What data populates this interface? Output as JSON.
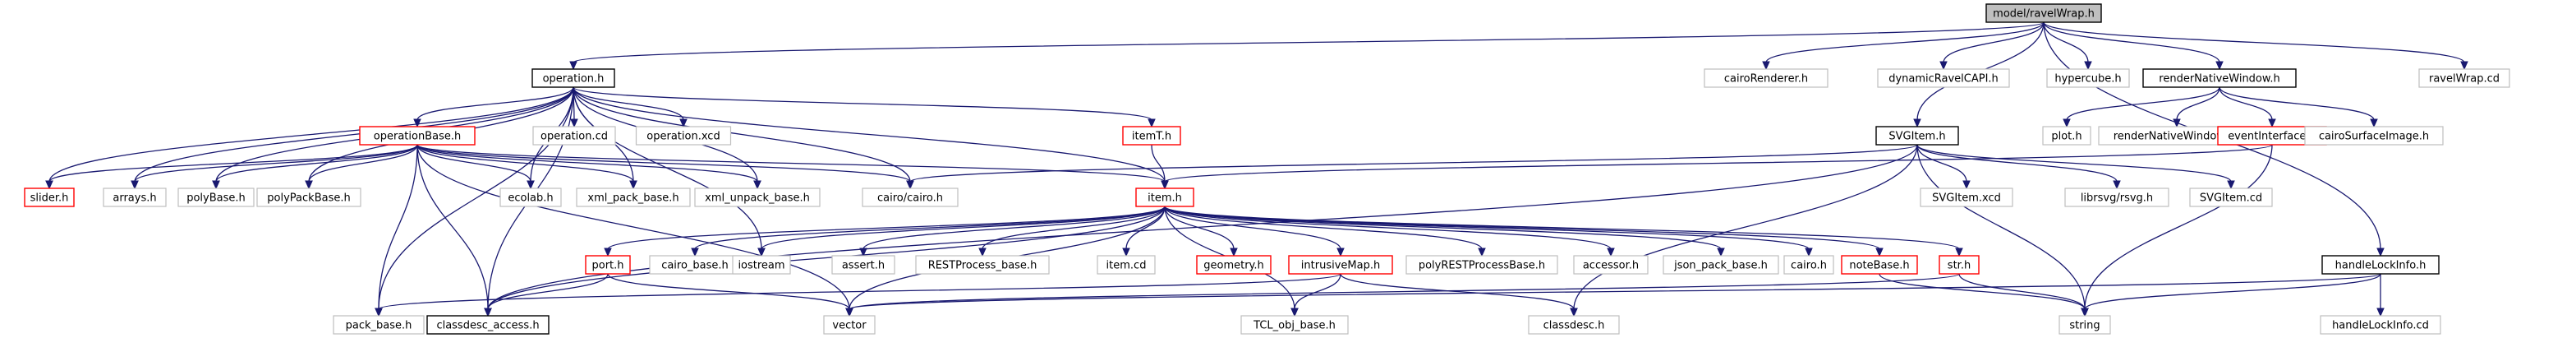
{
  "diagram": {
    "type": "include-dependency-graph",
    "colors": {
      "edge": "#191970",
      "root_fill": "#bfbfbf",
      "documented_border": "#000000",
      "incomplete_border": "#ff0000",
      "external_border": "#bfbfbf"
    },
    "nodes": [
      {
        "id": "ravelWrap_h",
        "label": "model/ravelWrap.h",
        "kind": "root"
      },
      {
        "id": "operation_h",
        "label": "operation.h",
        "kind": "black"
      },
      {
        "id": "cairoRenderer_h",
        "label": "cairoRenderer.h",
        "kind": "gray"
      },
      {
        "id": "dynamicRavelCAPI_h",
        "label": "dynamicRavelCAPI.h",
        "kind": "gray"
      },
      {
        "id": "hypercube_h",
        "label": "hypercube.h",
        "kind": "gray"
      },
      {
        "id": "renderNativeWindow_h",
        "label": "renderNativeWindow.h",
        "kind": "black"
      },
      {
        "id": "ravelWrap_cd",
        "label": "ravelWrap.cd",
        "kind": "gray"
      },
      {
        "id": "operationBase_h",
        "label": "operationBase.h",
        "kind": "red"
      },
      {
        "id": "operation_cd",
        "label": "operation.cd",
        "kind": "gray"
      },
      {
        "id": "operation_xcd",
        "label": "operation.xcd",
        "kind": "gray"
      },
      {
        "id": "itemT_h",
        "label": "itemT.h",
        "kind": "red"
      },
      {
        "id": "SVGItem_h",
        "label": "SVGItem.h",
        "kind": "black"
      },
      {
        "id": "plot_h",
        "label": "plot.h",
        "kind": "gray"
      },
      {
        "id": "renderNativeWindow_cd",
        "label": "renderNativeWindow.cd",
        "kind": "gray"
      },
      {
        "id": "eventInterface_h",
        "label": "eventInterface.h",
        "kind": "red"
      },
      {
        "id": "cairoSurfaceImage_h",
        "label": "cairoSurfaceImage.h",
        "kind": "gray"
      },
      {
        "id": "slider_h",
        "label": "slider.h",
        "kind": "red"
      },
      {
        "id": "arrays_h",
        "label": "arrays.h",
        "kind": "gray"
      },
      {
        "id": "polyBase_h",
        "label": "polyBase.h",
        "kind": "gray"
      },
      {
        "id": "polyPackBase_h",
        "label": "polyPackBase.h",
        "kind": "gray"
      },
      {
        "id": "ecolab_h",
        "label": "ecolab.h",
        "kind": "gray"
      },
      {
        "id": "xml_pack_base_h",
        "label": "xml_pack_base.h",
        "kind": "gray"
      },
      {
        "id": "xml_unpack_base_h",
        "label": "xml_unpack_base.h",
        "kind": "gray"
      },
      {
        "id": "cairo_cairo_h",
        "label": "cairo/cairo.h",
        "kind": "gray"
      },
      {
        "id": "item_h",
        "label": "item.h",
        "kind": "red"
      },
      {
        "id": "SVGItem_xcd",
        "label": "SVGItem.xcd",
        "kind": "gray"
      },
      {
        "id": "librsvg_rsvg_h",
        "label": "librsvg/rsvg.h",
        "kind": "gray"
      },
      {
        "id": "SVGItem_cd",
        "label": "SVGItem.cd",
        "kind": "gray"
      },
      {
        "id": "port_h",
        "label": "port.h",
        "kind": "red"
      },
      {
        "id": "cairo_base_h",
        "label": "cairo_base.h",
        "kind": "gray"
      },
      {
        "id": "iostream",
        "label": "iostream",
        "kind": "gray"
      },
      {
        "id": "assert_h",
        "label": "assert.h",
        "kind": "gray"
      },
      {
        "id": "RESTProcess_base_h",
        "label": "RESTProcess_base.h",
        "kind": "gray"
      },
      {
        "id": "item_cd",
        "label": "item.cd",
        "kind": "gray"
      },
      {
        "id": "geometry_h",
        "label": "geometry.h",
        "kind": "red"
      },
      {
        "id": "intrusiveMap_h",
        "label": "intrusiveMap.h",
        "kind": "red"
      },
      {
        "id": "polyRESTProcessBase_h",
        "label": "polyRESTProcessBase.h",
        "kind": "gray"
      },
      {
        "id": "accessor_h",
        "label": "accessor.h",
        "kind": "gray"
      },
      {
        "id": "json_pack_base_h",
        "label": "json_pack_base.h",
        "kind": "gray"
      },
      {
        "id": "cairo_h",
        "label": "cairo.h",
        "kind": "gray"
      },
      {
        "id": "noteBase_h",
        "label": "noteBase.h",
        "kind": "red"
      },
      {
        "id": "str_h",
        "label": "str.h",
        "kind": "red"
      },
      {
        "id": "handleLockInfo_h",
        "label": "handleLockInfo.h",
        "kind": "black"
      },
      {
        "id": "pack_base_h",
        "label": "pack_base.h",
        "kind": "gray"
      },
      {
        "id": "classdesc_access_h",
        "label": "classdesc_access.h",
        "kind": "black"
      },
      {
        "id": "vector",
        "label": "vector",
        "kind": "gray"
      },
      {
        "id": "TCL_obj_base_h",
        "label": "TCL_obj_base.h",
        "kind": "gray"
      },
      {
        "id": "classdesc_h",
        "label": "classdesc.h",
        "kind": "gray"
      },
      {
        "id": "string",
        "label": "string",
        "kind": "gray"
      },
      {
        "id": "handleLockInfo_cd",
        "label": "handleLockInfo.cd",
        "kind": "gray"
      }
    ],
    "edges": [
      [
        "ravelWrap_h",
        "operation_h"
      ],
      [
        "ravelWrap_h",
        "cairoRenderer_h"
      ],
      [
        "ravelWrap_h",
        "dynamicRavelCAPI_h"
      ],
      [
        "ravelWrap_h",
        "hypercube_h"
      ],
      [
        "ravelWrap_h",
        "renderNativeWindow_h"
      ],
      [
        "ravelWrap_h",
        "ravelWrap_cd"
      ],
      [
        "ravelWrap_h",
        "SVGItem_h"
      ],
      [
        "ravelWrap_h",
        "handleLockInfo_h"
      ],
      [
        "operation_h",
        "operationBase_h"
      ],
      [
        "operation_h",
        "operation_cd"
      ],
      [
        "operation_h",
        "operation_xcd"
      ],
      [
        "operation_h",
        "itemT_h"
      ],
      [
        "operation_h",
        "item_h"
      ],
      [
        "operation_h",
        "slider_h"
      ],
      [
        "operation_h",
        "arrays_h"
      ],
      [
        "operation_h",
        "polyBase_h"
      ],
      [
        "operation_h",
        "polyPackBase_h"
      ],
      [
        "operation_h",
        "ecolab_h"
      ],
      [
        "operation_h",
        "xml_pack_base_h"
      ],
      [
        "operation_h",
        "xml_unpack_base_h"
      ],
      [
        "operation_h",
        "cairo_cairo_h"
      ],
      [
        "operation_h",
        "pack_base_h"
      ],
      [
        "operation_h",
        "classdesc_access_h"
      ],
      [
        "operation_h",
        "iostream"
      ],
      [
        "operationBase_h",
        "item_h"
      ],
      [
        "operationBase_h",
        "slider_h"
      ],
      [
        "operationBase_h",
        "arrays_h"
      ],
      [
        "operationBase_h",
        "polyBase_h"
      ],
      [
        "operationBase_h",
        "polyPackBase_h"
      ],
      [
        "operationBase_h",
        "ecolab_h"
      ],
      [
        "operationBase_h",
        "xml_pack_base_h"
      ],
      [
        "operationBase_h",
        "xml_unpack_base_h"
      ],
      [
        "operationBase_h",
        "cairo_cairo_h"
      ],
      [
        "operationBase_h",
        "pack_base_h"
      ],
      [
        "operationBase_h",
        "classdesc_access_h"
      ],
      [
        "operationBase_h",
        "vector"
      ],
      [
        "itemT_h",
        "item_h"
      ],
      [
        "renderNativeWindow_h",
        "plot_h"
      ],
      [
        "renderNativeWindow_h",
        "renderNativeWindow_cd"
      ],
      [
        "renderNativeWindow_h",
        "eventInterface_h"
      ],
      [
        "renderNativeWindow_h",
        "cairoSurfaceImage_h"
      ],
      [
        "eventInterface_h",
        "item_h"
      ],
      [
        "eventInterface_h",
        "string"
      ],
      [
        "SVGItem_h",
        "cairo_cairo_h"
      ],
      [
        "SVGItem_h",
        "SVGItem_xcd"
      ],
      [
        "SVGItem_h",
        "librsvg_rsvg_h"
      ],
      [
        "SVGItem_h",
        "SVGItem_cd"
      ],
      [
        "SVGItem_h",
        "classdesc_access_h"
      ],
      [
        "SVGItem_h",
        "classdesc_h"
      ],
      [
        "SVGItem_h",
        "string"
      ],
      [
        "item_h",
        "port_h"
      ],
      [
        "item_h",
        "cairo_base_h"
      ],
      [
        "item_h",
        "iostream"
      ],
      [
        "item_h",
        "assert_h"
      ],
      [
        "item_h",
        "RESTProcess_base_h"
      ],
      [
        "item_h",
        "item_cd"
      ],
      [
        "item_h",
        "geometry_h"
      ],
      [
        "item_h",
        "intrusiveMap_h"
      ],
      [
        "item_h",
        "polyRESTProcessBase_h"
      ],
      [
        "item_h",
        "accessor_h"
      ],
      [
        "item_h",
        "json_pack_base_h"
      ],
      [
        "item_h",
        "cairo_h"
      ],
      [
        "item_h",
        "noteBase_h"
      ],
      [
        "item_h",
        "str_h"
      ],
      [
        "item_h",
        "classdesc_access_h"
      ],
      [
        "item_h",
        "vector"
      ],
      [
        "item_h",
        "TCL_obj_base_h"
      ],
      [
        "port_h",
        "classdesc_access_h"
      ],
      [
        "port_h",
        "vector"
      ],
      [
        "intrusiveMap_h",
        "pack_base_h"
      ],
      [
        "intrusiveMap_h",
        "TCL_obj_base_h"
      ],
      [
        "intrusiveMap_h",
        "classdesc_h"
      ],
      [
        "noteBase_h",
        "string"
      ],
      [
        "str_h",
        "vector"
      ],
      [
        "str_h",
        "string"
      ],
      [
        "handleLockInfo_h",
        "handleLockInfo_cd"
      ],
      [
        "handleLockInfo_h",
        "string"
      ],
      [
        "handleLockInfo_h",
        "vector"
      ]
    ]
  }
}
